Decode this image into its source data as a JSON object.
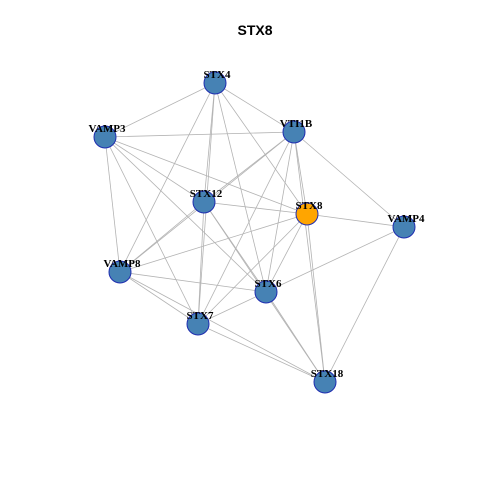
{
  "title": "STX8",
  "colors": {
    "node_default": "#4682b4",
    "node_highlight": "#ffa500",
    "node_border": "#1f2db0",
    "edge": "#b3b3b3"
  },
  "nodes": [
    {
      "id": "STX4",
      "label": "STX4",
      "highlight": false
    },
    {
      "id": "VAMP3",
      "label": "VAMP3",
      "highlight": false
    },
    {
      "id": "VTI1B",
      "label": "VTI1B",
      "highlight": false
    },
    {
      "id": "STX12",
      "label": "STX12",
      "highlight": false
    },
    {
      "id": "STX8",
      "label": "STX8",
      "highlight": true
    },
    {
      "id": "VAMP4",
      "label": "VAMP4",
      "highlight": false
    },
    {
      "id": "VAMP8",
      "label": "VAMP8",
      "highlight": false
    },
    {
      "id": "STX6",
      "label": "STX6",
      "highlight": false
    },
    {
      "id": "STX7",
      "label": "STX7",
      "highlight": false
    },
    {
      "id": "STX18",
      "label": "STX18",
      "highlight": false
    }
  ],
  "edges": [
    [
      "STX4",
      "VAMP3"
    ],
    [
      "STX4",
      "VTI1B"
    ],
    [
      "STX4",
      "STX12"
    ],
    [
      "STX4",
      "STX8"
    ],
    [
      "STX4",
      "STX6"
    ],
    [
      "STX4",
      "STX7"
    ],
    [
      "STX4",
      "VAMP8"
    ],
    [
      "VAMP3",
      "VTI1B"
    ],
    [
      "VAMP3",
      "STX12"
    ],
    [
      "VAMP3",
      "STX8"
    ],
    [
      "VAMP3",
      "VAMP8"
    ],
    [
      "VAMP3",
      "STX7"
    ],
    [
      "VAMP3",
      "STX6"
    ],
    [
      "VTI1B",
      "STX12"
    ],
    [
      "VTI1B",
      "STX8"
    ],
    [
      "VTI1B",
      "VAMP4"
    ],
    [
      "VTI1B",
      "STX6"
    ],
    [
      "VTI1B",
      "STX7"
    ],
    [
      "VTI1B",
      "STX18"
    ],
    [
      "VTI1B",
      "VAMP8"
    ],
    [
      "STX12",
      "STX8"
    ],
    [
      "STX12",
      "VAMP8"
    ],
    [
      "STX12",
      "STX6"
    ],
    [
      "STX12",
      "STX7"
    ],
    [
      "STX12",
      "STX18"
    ],
    [
      "STX8",
      "VAMP4"
    ],
    [
      "STX8",
      "VAMP8"
    ],
    [
      "STX8",
      "STX6"
    ],
    [
      "STX8",
      "STX7"
    ],
    [
      "STX8",
      "STX18"
    ],
    [
      "VAMP4",
      "STX6"
    ],
    [
      "VAMP4",
      "STX18"
    ],
    [
      "VAMP8",
      "STX6"
    ],
    [
      "VAMP8",
      "STX7"
    ],
    [
      "VAMP8",
      "STX18"
    ],
    [
      "STX6",
      "STX7"
    ],
    [
      "STX6",
      "STX18"
    ],
    [
      "STX7",
      "STX18"
    ]
  ]
}
